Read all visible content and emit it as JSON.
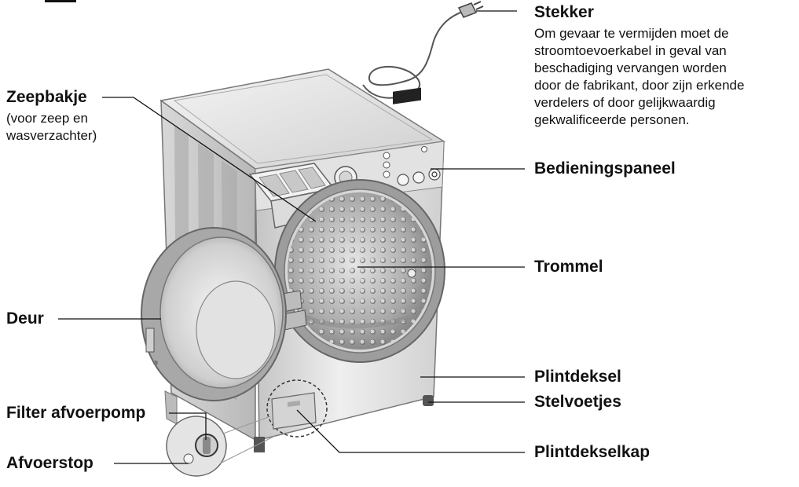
{
  "labels": {
    "stekker": {
      "title": "Stekker",
      "note": [
        "Om gevaar te vermijden moet de",
        "stroomtoevoerkabel in geval van",
        "beschadiging vervangen worden",
        "door de fabrikant, door zijn erkende",
        "verdelers of door gelijkwaardig",
        "gekwalificeerde personen."
      ]
    },
    "zeepbakje": {
      "title": "Zeepbakje",
      "note": [
        "(voor zeep en",
        "wasverzachter)"
      ]
    },
    "bedieningspaneel": {
      "title": "Bedieningspaneel"
    },
    "trommel": {
      "title": "Trommel"
    },
    "deur": {
      "title": "Deur"
    },
    "plintdeksel": {
      "title": "Plintdeksel"
    },
    "stelvoetjes": {
      "title": "Stelvoetjes"
    },
    "filter_afvoerpomp": {
      "title": "Filter afvoerpomp"
    },
    "afvoerstop": {
      "title": "Afvoerstop"
    },
    "plintdekselkap": {
      "title": "Plintdekselkap"
    }
  },
  "colors": {
    "line": "#111111",
    "body_light": "#e8e8e8",
    "body_mid": "#c9c9c9",
    "body_dark": "#8e8e8e",
    "drum": "#b4b4b4",
    "display": "#222222"
  }
}
